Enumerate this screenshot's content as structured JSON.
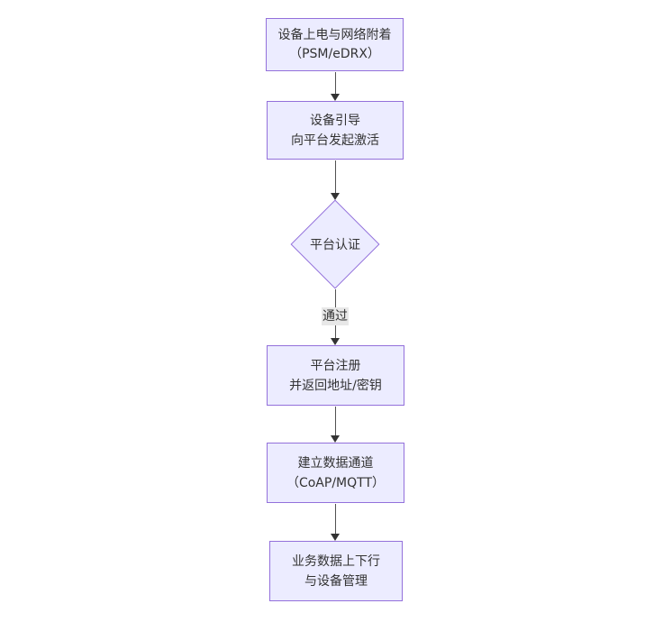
{
  "theme": {
    "background": "#ffffff",
    "node_fill": "#ECECFF",
    "node_border": "#9370DB",
    "text_color": "#333333",
    "arrow_color": "#333333",
    "edge_label_bg": "#e8e8e8"
  },
  "flowchart": {
    "type": "vertical-flow",
    "nodes": [
      {
        "id": "n1",
        "shape": "rect",
        "lines": [
          "设备上电与网络附着",
          "（PSM/eDRX）"
        ]
      },
      {
        "id": "n2",
        "shape": "rect",
        "lines": [
          "设备引导",
          "向平台发起激活"
        ]
      },
      {
        "id": "n3",
        "shape": "diamond",
        "lines": [
          "平台认证"
        ]
      },
      {
        "id": "n4",
        "shape": "rect",
        "lines": [
          "平台注册",
          "并返回地址/密钥"
        ]
      },
      {
        "id": "n5",
        "shape": "rect",
        "lines": [
          "建立数据通道",
          "（CoAP/MQTT）"
        ]
      },
      {
        "id": "n6",
        "shape": "rect",
        "lines": [
          "业务数据上下行",
          "与设备管理"
        ]
      }
    ],
    "edges": [
      {
        "from": "n1",
        "to": "n2",
        "label": ""
      },
      {
        "from": "n2",
        "to": "n3",
        "label": ""
      },
      {
        "from": "n3",
        "to": "n4",
        "label": "通过"
      },
      {
        "from": "n4",
        "to": "n5",
        "label": ""
      },
      {
        "from": "n5",
        "to": "n6",
        "label": ""
      }
    ]
  }
}
